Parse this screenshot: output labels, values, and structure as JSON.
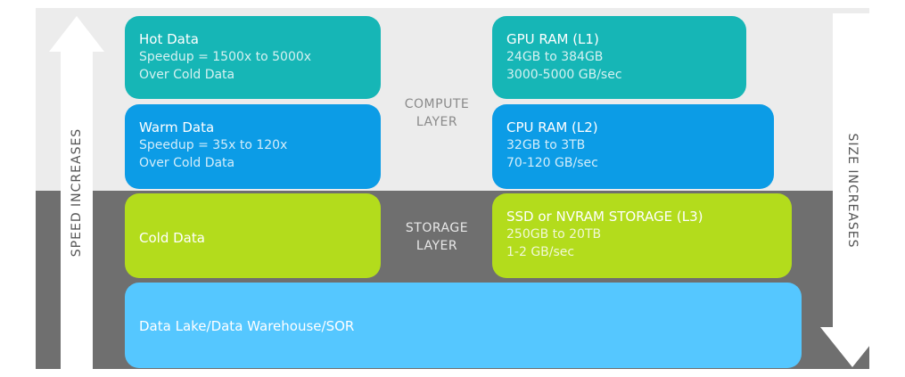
{
  "layers": {
    "compute_label_1": "COMPUTE",
    "compute_label_2": "LAYER",
    "storage_label_1": "STORAGE",
    "storage_label_2": "LAYER"
  },
  "left_column": {
    "hot": {
      "title": "Hot Data",
      "line1": "Speedup = 1500x to 5000x",
      "line2": "Over Cold Data"
    },
    "warm": {
      "title": "Warm Data",
      "line1": "Speedup = 35x to 120x",
      "line2": "Over Cold Data"
    },
    "cold": {
      "title": "Cold Data"
    }
  },
  "right_column": {
    "gpu": {
      "title": "GPU RAM (L1)",
      "line1": "24GB to 384GB",
      "line2": "3000-5000 GB/sec"
    },
    "cpu": {
      "title": "CPU RAM (L2)",
      "line1": "32GB to 3TB",
      "line2": "70-120 GB/sec"
    },
    "ssd": {
      "title": "SSD or NVRAM STORAGE (L3)",
      "line1": "250GB to 20TB",
      "line2": "1-2 GB/sec"
    }
  },
  "bottom": {
    "title": "Data Lake/Data Warehouse/SOR"
  },
  "axes": {
    "left_label": "SPEED INCREASES",
    "right_label": "SIZE INCREASES"
  },
  "colors": {
    "hot": "#16b6b6",
    "warm": "#0c9ce6",
    "cold": "#b3dc1c",
    "lake": "#55c7ff",
    "top_band": "#ececec",
    "bottom_band": "#6f6f6f"
  }
}
